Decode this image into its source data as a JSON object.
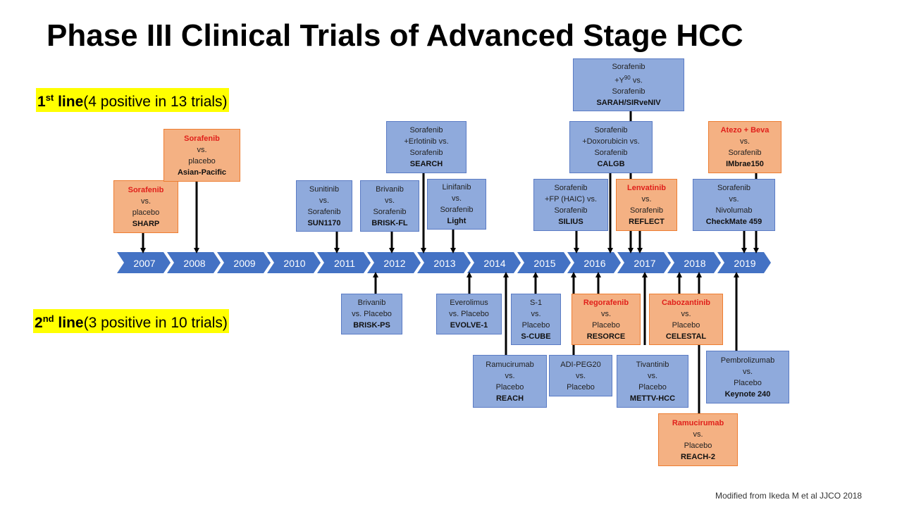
{
  "title": "Phase III Clinical Trials of Advanced Stage HCC",
  "first_line": {
    "label": "line",
    "sup": "st",
    "num": "1",
    "note": "(4 positive in 13 trials)"
  },
  "second_line": {
    "label": "line",
    "sup": "nd",
    "num": "2",
    "note": "(3 positive in 10 trials)"
  },
  "years": [
    "2007",
    "2008",
    "2009",
    "2010",
    "2011",
    "2012",
    "2013",
    "2014",
    "2015",
    "2016",
    "2017",
    "2018",
    "2019"
  ],
  "footnote": "Modified from Ikeda M et al JJCO 2018",
  "trials": {
    "sharp": {
      "drug": "Sorafenib",
      "l2": "vs.",
      "l3": "placebo",
      "name": "SHARP"
    },
    "asia": {
      "drug": "Sorafenib",
      "l2": "vs.",
      "l3": "placebo",
      "name": "Asian-Pacific"
    },
    "sun1170": {
      "l1": "Sunitinib",
      "l2": "vs.",
      "l3": "Sorafenib",
      "name": "SUN1170"
    },
    "briskfl": {
      "l1": "Brivanib",
      "l2": "vs.",
      "l3": "Sorafenib",
      "name": "BRISK-FL"
    },
    "search": {
      "l1": "Sorafenib",
      "l2": "+Erlotinib vs.",
      "l3": "Sorafenib",
      "name": "SEARCH"
    },
    "light": {
      "l1": "Linifanib",
      "l2": "vs.",
      "l3": "Sorafenib",
      "name": "Light"
    },
    "silius": {
      "l1": "Sorafenib",
      "l2": "+FP (HAIC) vs.",
      "l3": "Sorafenib",
      "name": "SILIUS"
    },
    "calgb": {
      "l1": "Sorafenib",
      "l2": "+Doxorubicin vs.",
      "l3": "Sorafenib",
      "name": "CALGB"
    },
    "sarah": {
      "l1": "Sorafenib",
      "l2": "+Y",
      "l2sup": "90",
      "l2b": " vs.",
      "l3": "Sorafenib",
      "name": "SARAH/SIRveNIV"
    },
    "reflect": {
      "drug": "Lenvatinib",
      "l2": "vs.",
      "l3": "Sorafenib",
      "name": "REFLECT"
    },
    "checkmate": {
      "l1": "Sorafenib",
      "l2": "vs.",
      "l3": "Nivolumab",
      "name": "CheckMate 459"
    },
    "imbrave": {
      "drug": "Atezo + Beva",
      "l2": "vs.",
      "l3": "Sorafenib",
      "name": "IMbrae150"
    },
    "briskps": {
      "l1": "Brivanib",
      "l2": "vs. Placebo",
      "name": "BRISK-PS"
    },
    "evolve": {
      "l1": "Everolimus",
      "l2": "vs. Placebo",
      "name": "EVOLVE-1"
    },
    "scube": {
      "l1": "S-1",
      "l2": "vs.",
      "l3": "Placebo",
      "name": "S-CUBE"
    },
    "resorce": {
      "drug": "Regorafenib",
      "l2": "vs.",
      "l3": "Placebo",
      "name": "RESORCE"
    },
    "celestal": {
      "drug": "Cabozantinib",
      "l2": "vs.",
      "l3": "Placebo",
      "name": "CELESTAL"
    },
    "reach": {
      "l1": "Ramucirumab",
      "l2": "vs.",
      "l3": "Placebo",
      "name": "REACH"
    },
    "adi": {
      "l1": "ADI-PEG20",
      "l2": "vs.",
      "l3": "Placebo"
    },
    "mettv": {
      "l1": "Tivantinib",
      "l2": "vs.",
      "l3": "Placebo",
      "name": "METTV-HCC"
    },
    "keynote": {
      "l1": "Pembrolizumab",
      "l2": "vs.",
      "l3": "Placebo",
      "name": "Keynote 240"
    },
    "reach2": {
      "drug": "Ramucirumab",
      "l2": "vs.",
      "l3": "Placebo",
      "name": "REACH-2"
    }
  }
}
